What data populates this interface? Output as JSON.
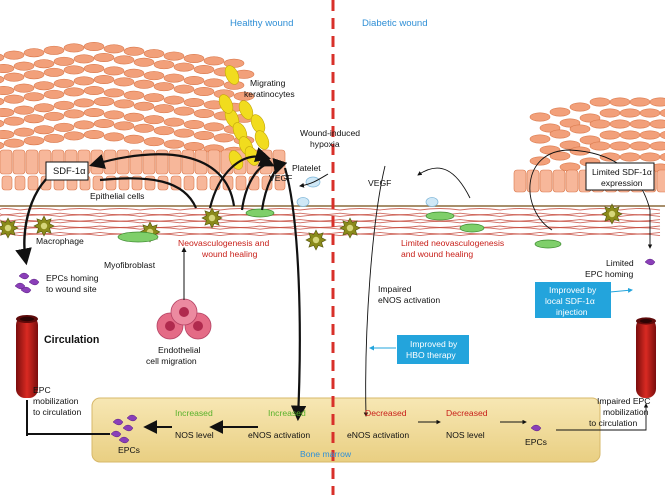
{
  "headers": {
    "healthy": "Healthy wound",
    "diabetic": "Diabetic wound"
  },
  "healthy": {
    "migrating_keratinocytes": [
      "Migrating",
      "keratinocytes"
    ],
    "hypoxia": [
      "Wound-induced",
      "hypoxia"
    ],
    "platelet": "Platelet",
    "sdf": "SDF-1α",
    "epithelial": "Epithelial cells",
    "vegf": "VEGF",
    "macrophage": "Macrophage",
    "myofibroblast": "Myofibroblast",
    "neovasc": [
      "Neovasculogenesis and",
      "wound healing"
    ],
    "epcs_homing": [
      "EPCs homing",
      "to wound site"
    ],
    "circulation": "Circulation",
    "endothelial": [
      "Endothelial",
      "cell migration"
    ],
    "epc_mobilization": [
      "EPC",
      "mobilization",
      "to circulation"
    ],
    "increased_enos": [
      "Increased",
      "eNOS activation"
    ],
    "increased_nos": [
      "Increased",
      "NOS level"
    ],
    "epcs": "EPCs"
  },
  "diabetic": {
    "vegf": "VEGF",
    "limited_sdf": [
      "Limited SDF-1α",
      "expression"
    ],
    "limited_neovasc": [
      "Limited neovasculogenesis",
      "and wound healing"
    ],
    "limited_epc": [
      "Limited",
      "EPC homing"
    ],
    "improved_sdf": [
      "Improved by",
      "local SDF-1α",
      "injection"
    ],
    "impaired_enos": [
      "Impaired",
      "eNOS activation"
    ],
    "hbo": [
      "Improved by",
      "HBO therapy"
    ],
    "decreased_enos": [
      "Decreased",
      "eNOS activation"
    ],
    "decreased_nos": [
      "Decreased",
      "NOS level"
    ],
    "epcs": "EPCs",
    "impaired_mobilization": [
      "Impaired EPC",
      "mobilization",
      "to circulation"
    ]
  },
  "bone_marrow": "Bone marrow",
  "colors": {
    "skin_cell": "#f2a07a",
    "skin_cell_border": "#d9774a",
    "basal_cell": "#f7b79a",
    "keratinocyte": "#f1dc1e",
    "macrophage": "#8a8a1a",
    "myofibroblast": "#7fcf6a",
    "endothelial": "#e46b86",
    "epc": "#8a3fb8",
    "vessel": "#c81c1c",
    "bone_marrow": "#f3dd9c",
    "divider": "#d8302a",
    "blue_box": "#23a4dc",
    "header_blue": "#2f8fd6",
    "red_text": "#c8201a",
    "green_text": "#58b12a"
  }
}
